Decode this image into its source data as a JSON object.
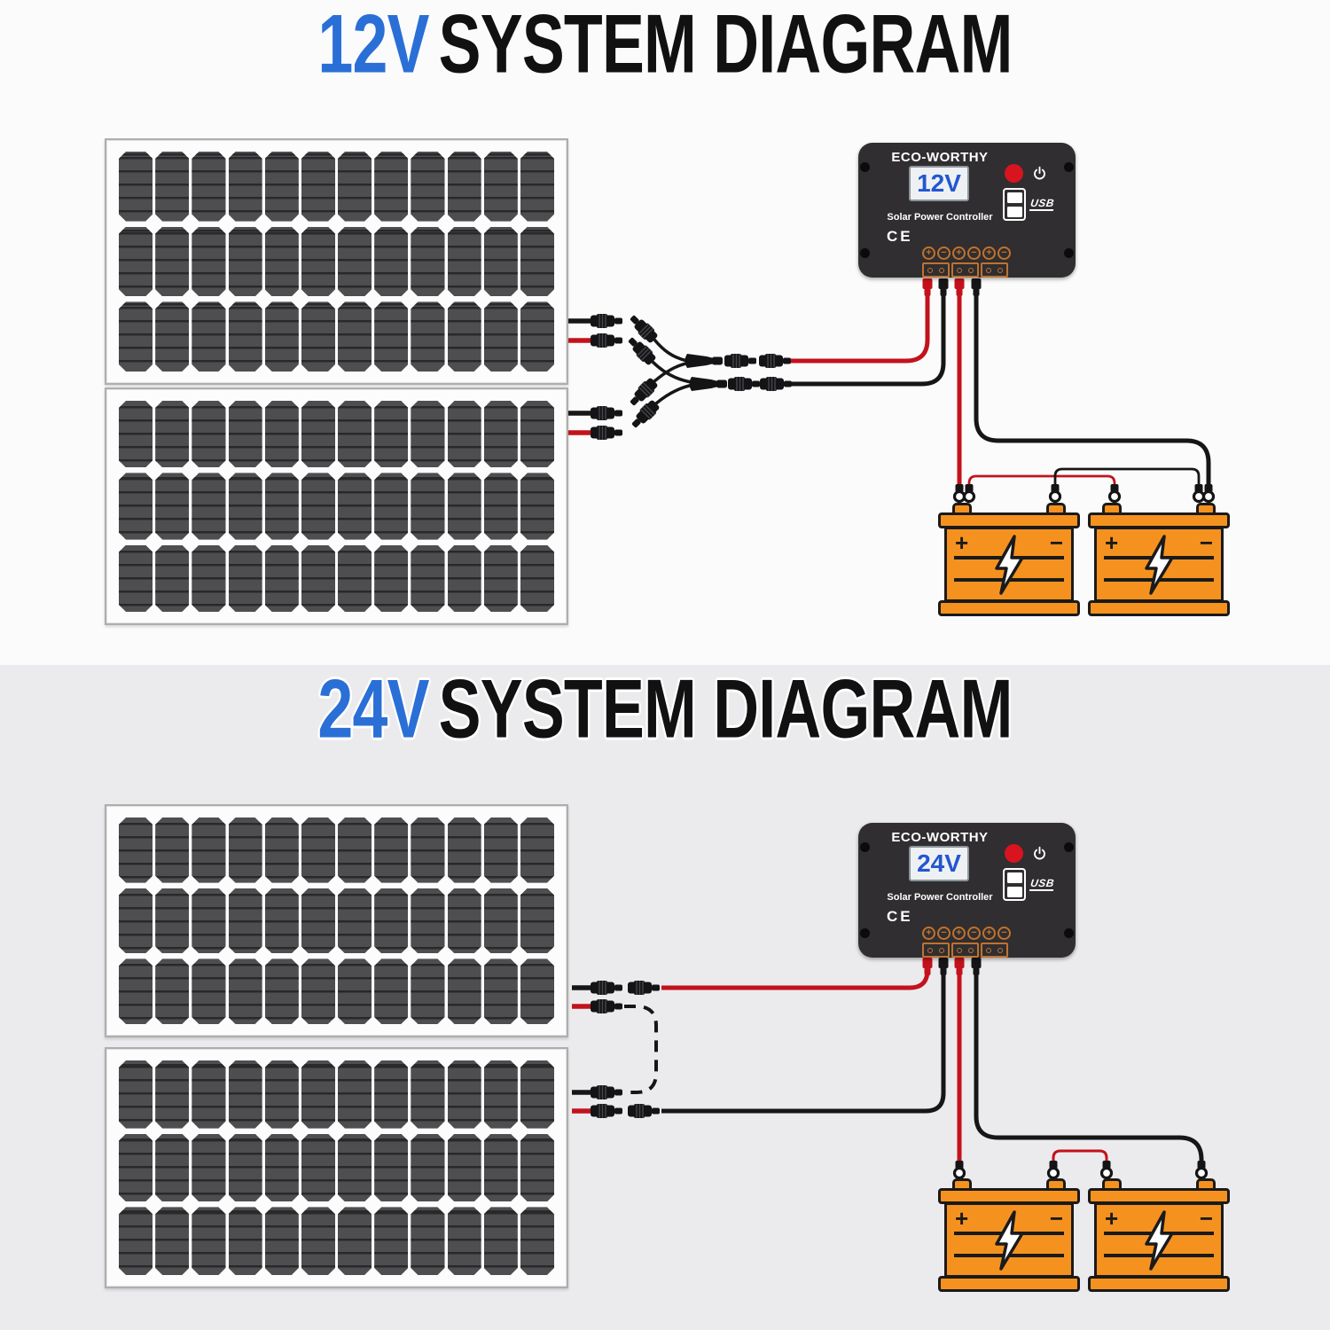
{
  "colors": {
    "bg_top": "#fbfbfc",
    "bg_bottom": "#ebebee",
    "title_color": "#111111",
    "accent_blue": "#2a6fd6",
    "wire_red": "#c3121b",
    "wire_black": "#161616",
    "battery_orange": "#f5921f",
    "outline_black": "#1a1a1a",
    "controller_body": "#302e30",
    "lcd_bg": "#eef1f3",
    "lcd_blue": "#2356d0",
    "button_red": "#d8141f",
    "terminal_orange": "#c0722f",
    "panel_frame": "#aeaeae",
    "cell_base": "#4e4e51",
    "cell_line": "#29292b"
  },
  "panel": {
    "columns": 12,
    "rows": 3
  },
  "sections": [
    {
      "id": "12v",
      "wiring": "parallel",
      "title": {
        "voltage": "12V",
        "rest": "SYSTEM DIAGRAM"
      },
      "controller": {
        "brand": "ECO-WORTHY",
        "display": "12V",
        "label": "Solar Power Controller",
        "certification": "CE",
        "usb": "USB",
        "terminal_signs": [
          "+",
          "−",
          "+",
          "−",
          "+",
          "−"
        ]
      },
      "batteries": [
        {
          "plus": "+",
          "minus": "−"
        },
        {
          "plus": "+",
          "minus": "−"
        }
      ]
    },
    {
      "id": "24v",
      "wiring": "series",
      "title": {
        "voltage": "24V",
        "rest": "SYSTEM DIAGRAM"
      },
      "controller": {
        "brand": "ECO-WORTHY",
        "display": "24V",
        "label": "Solar Power Controller",
        "certification": "CE",
        "usb": "USB",
        "terminal_signs": [
          "+",
          "−",
          "+",
          "−",
          "+",
          "−"
        ]
      },
      "batteries": [
        {
          "plus": "+",
          "minus": "−"
        },
        {
          "plus": "+",
          "minus": "−"
        }
      ]
    }
  ]
}
